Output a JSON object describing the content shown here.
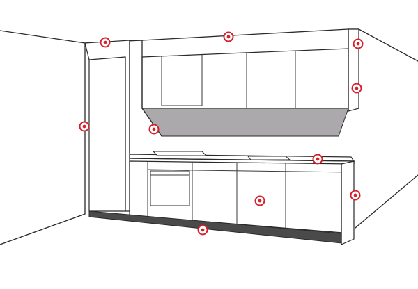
{
  "scene": {
    "colors": {
      "line": "#2a2a2a",
      "hood_shade": "#aba9ab",
      "plinth": "#4a4a4a",
      "wall": "#ffffff",
      "hotspot": "#d51f2a"
    },
    "hotspots": [
      {
        "name": "hotspot-cornice-left",
        "target": "cornice"
      },
      {
        "name": "hotspot-cornice-center",
        "target": "cornice"
      },
      {
        "name": "hotspot-end-panel-top",
        "target": "end-panel"
      },
      {
        "name": "hotspot-end-panel-wall-unit",
        "target": "end-panel"
      },
      {
        "name": "hotspot-tall-unit-side",
        "target": "tall-unit"
      },
      {
        "name": "hotspot-light-pelmet",
        "target": "light-pelmet"
      },
      {
        "name": "hotspot-worktop",
        "target": "worktop"
      },
      {
        "name": "hotspot-base-door",
        "target": "base-unit-door"
      },
      {
        "name": "hotspot-base-end-panel",
        "target": "base-end-panel"
      },
      {
        "name": "hotspot-plinth",
        "target": "plinth"
      }
    ]
  }
}
